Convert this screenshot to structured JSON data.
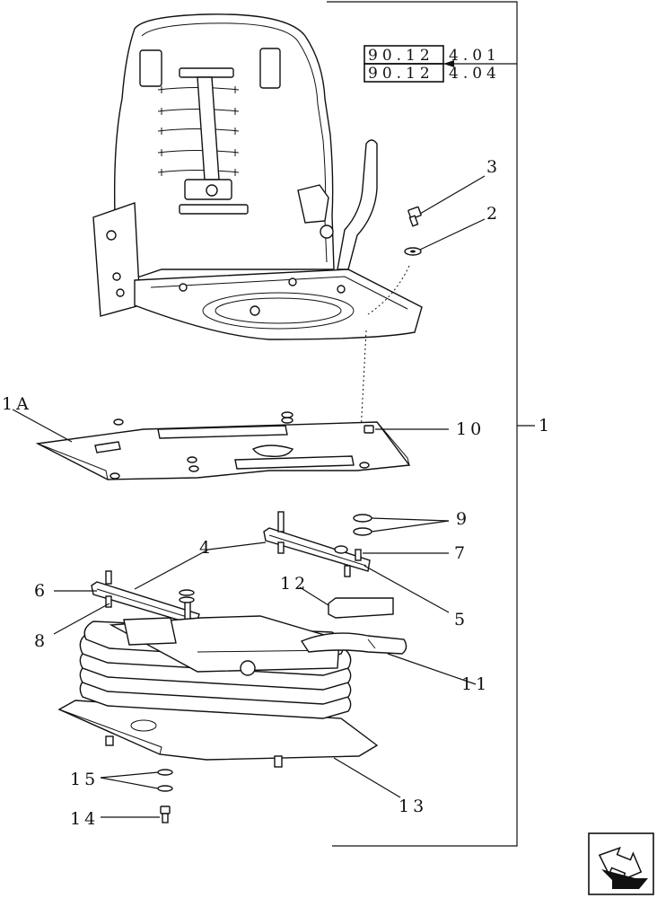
{
  "reference_boxes": [
    {
      "boxed": "90.12",
      "suffix": "4.01"
    },
    {
      "boxed": "90.12",
      "suffix": "4.04"
    }
  ],
  "callouts": [
    "1",
    "1A",
    "2",
    "3",
    "4",
    "5",
    "6",
    "7",
    "8",
    "9",
    "10",
    "11",
    "12",
    "13",
    "14",
    "15"
  ],
  "nav_icon": "arrow-next-page-icon"
}
